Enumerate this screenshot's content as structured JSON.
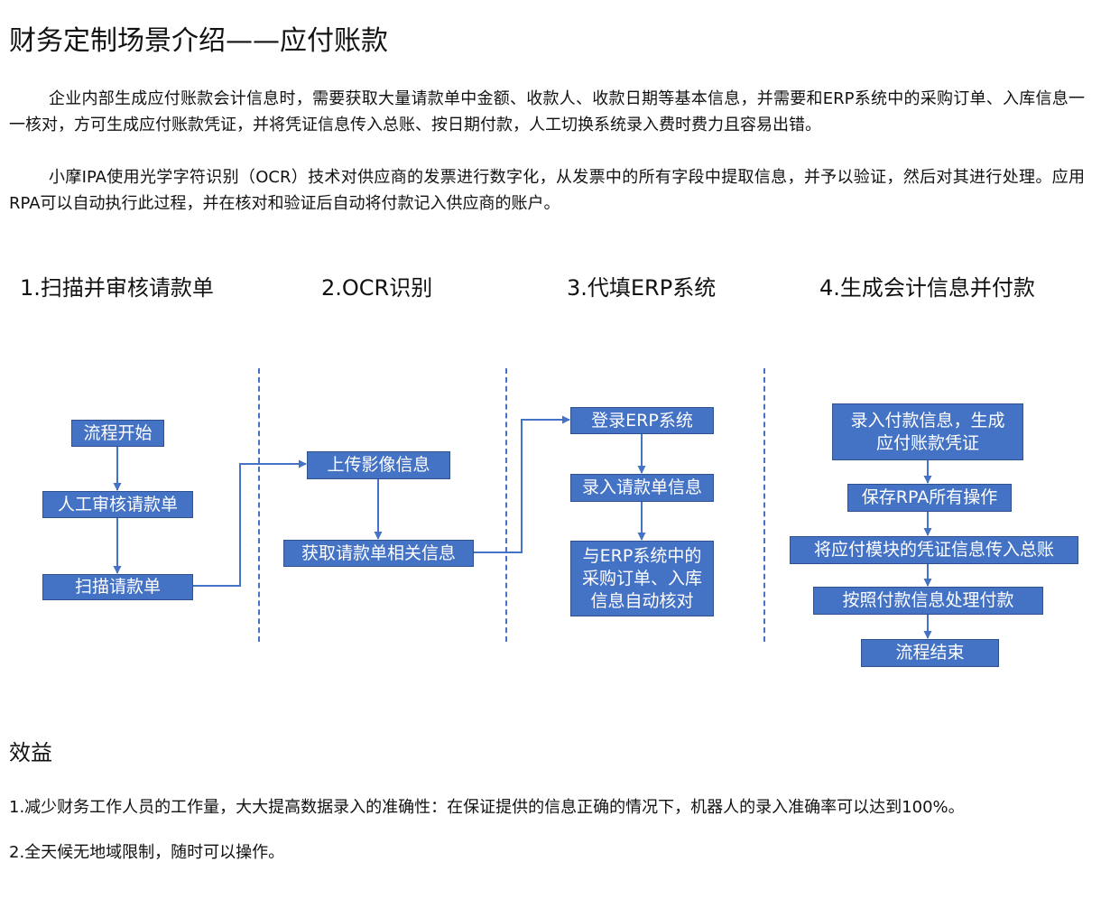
{
  "title": "财务定制场景介绍——应付账款",
  "intro": {
    "p1": "企业内部生成应付账款会计信息时，需要获取大量请款单中金额、收款人、收款日期等基本信息，并需要和ERP系统中的采购订单、入库信息一一核对，方可生成应付账款凭证，并将凭证信息传入总账、按日期付款，人工切换系统录入费时费力且容易出错。",
    "p2": "小摩IPA使用光学字符识别（OCR）技术对供应商的发票进行数字化，从发票中的所有字段中提取信息，并予以验证，然后对其进行处理。应用RPA可以自动执行此过程，并在核对和验证后自动将付款记入供应商的账户。"
  },
  "steps": [
    {
      "heading": "1.扫描并审核请款单",
      "boxes": [
        "流程开始",
        "人工审核请款单",
        "扫描请款单"
      ]
    },
    {
      "heading": "2.OCR识别",
      "boxes": [
        "上传影像信息",
        "获取请款单相关信息"
      ]
    },
    {
      "heading": "3.代填ERP系统",
      "boxes": [
        "登录ERP系统",
        "录入请款单信息",
        "与ERP系统中的\n采购订单、入库\n信息自动核对"
      ]
    },
    {
      "heading": "4.生成会计信息并付款",
      "boxes": [
        "录入付款信息，生成\n应付账款凭证",
        "保存RPA所有操作",
        "将应付模块的凭证信息传入总账",
        "按照付款信息处理付款",
        "流程结束"
      ]
    }
  ],
  "benefits": {
    "title": "效益",
    "items": [
      "1.减少财务工作人员的工作量，大大提高数据录入的准确性：在保证提供的信息正确的情况下，机器人的录入准确率可以达到100%。",
      "2.全天候无地域限制，随时可以操作。"
    ]
  },
  "colors": {
    "box_fill": "#4472c4",
    "box_border": "#2f528f",
    "connector": "#4472c4",
    "divider": "#4a72c4"
  }
}
